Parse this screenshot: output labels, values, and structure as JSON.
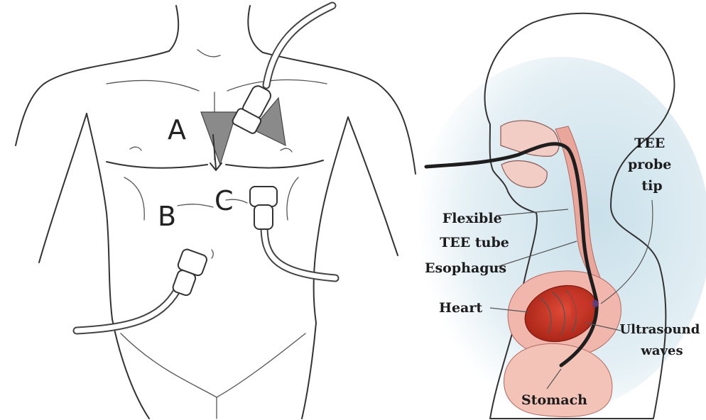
{
  "left_figure": {
    "labels": {
      "a": "A",
      "b": "B",
      "c": "C"
    }
  },
  "right_figure": {
    "labels": {
      "tee_probe_tip": [
        "TEE",
        "probe",
        "tip"
      ],
      "flexible_tee_tube": [
        "Flexible",
        "TEE tube"
      ],
      "esophagus": "Esophagus",
      "heart": "Heart",
      "ultrasound_waves": [
        "Ultrasound",
        "waves"
      ],
      "stomach": "Stomach"
    }
  },
  "colors": {
    "tissue_red": "#c9352a",
    "tissue_pink": "#e9a79c",
    "background_blue": "#d6e8ef",
    "sector_gray": "#8a8a8a"
  }
}
